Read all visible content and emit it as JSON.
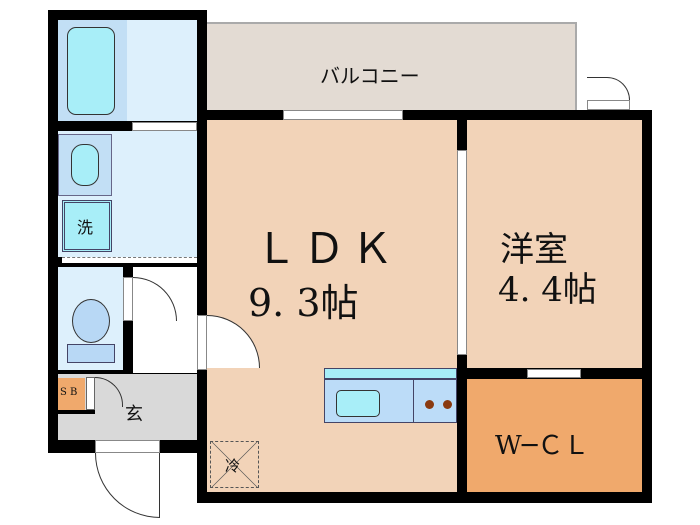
{
  "rooms": {
    "balcony": "バルコニー",
    "ldk_name": "ＬＤＫ",
    "ldk_size": "9. 3帖",
    "western_name": "洋室",
    "western_size": "4. 4帖",
    "wcl": "W─ＣＬ",
    "entrance": "玄",
    "shoe_box": "S B",
    "washer": "洗",
    "fridge": "冷"
  },
  "colors": {
    "room": "#f2d3b8",
    "wcl": "#f0a96c",
    "wet": "#ddf0fc",
    "balcony": "#e3dbd3",
    "entrance": "#d9d9d9"
  }
}
